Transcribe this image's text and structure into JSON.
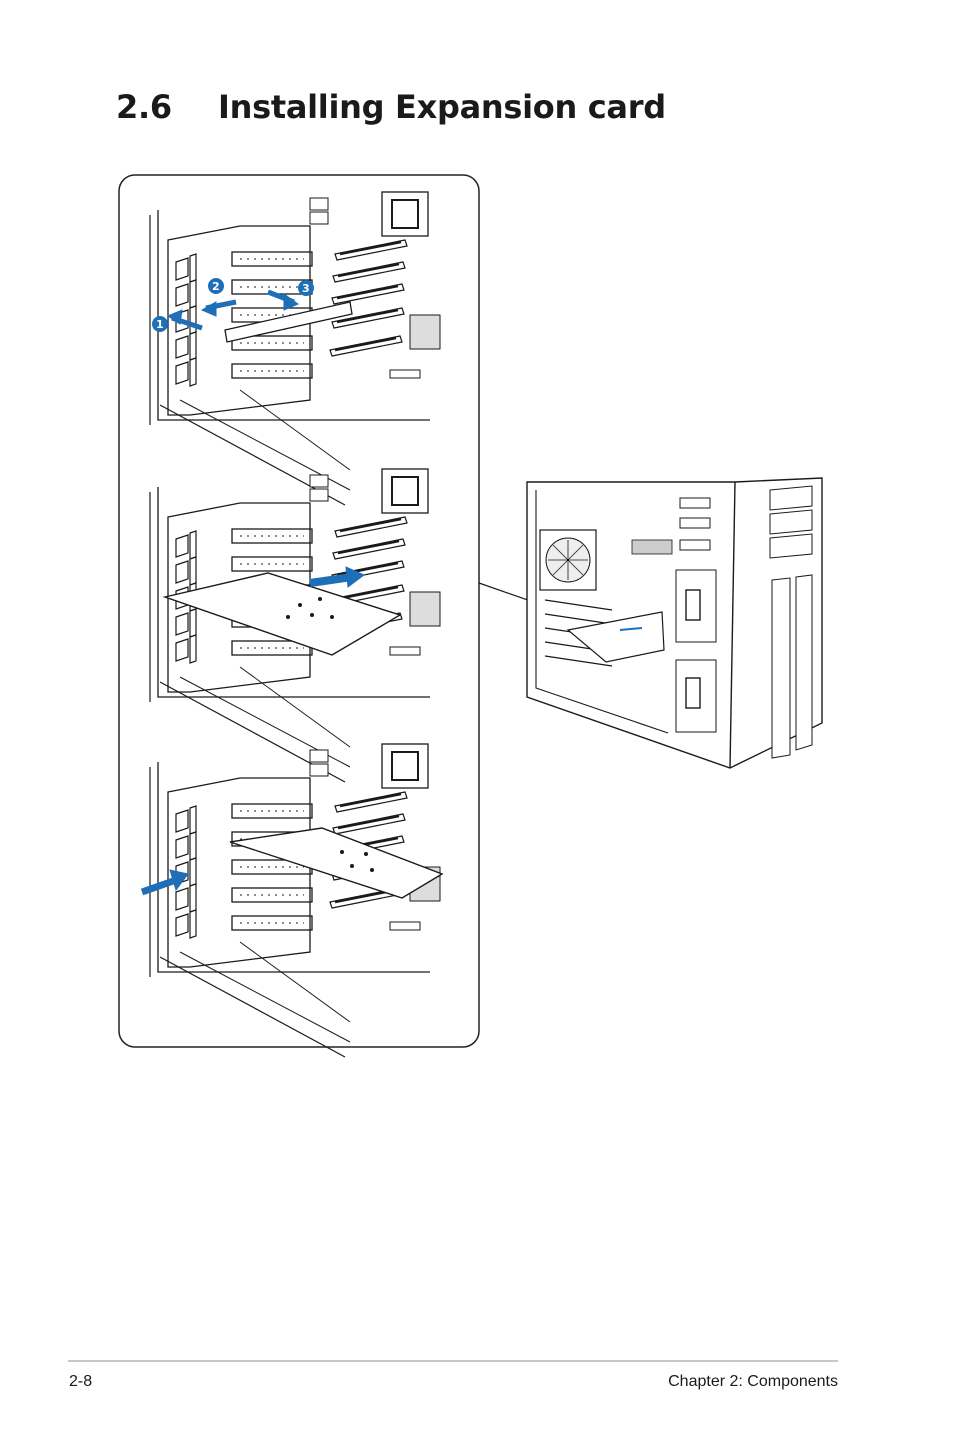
{
  "section": {
    "number": "2.6",
    "title": "Installing Expansion card"
  },
  "callouts": [
    "1",
    "2",
    "3"
  ],
  "colors": {
    "accent_blue": "#1e6fb8",
    "line": "#1a1a1a",
    "panel_border": "#222222"
  },
  "footer": {
    "page_number": "2-8",
    "chapter": "Chapter 2:  Components"
  }
}
